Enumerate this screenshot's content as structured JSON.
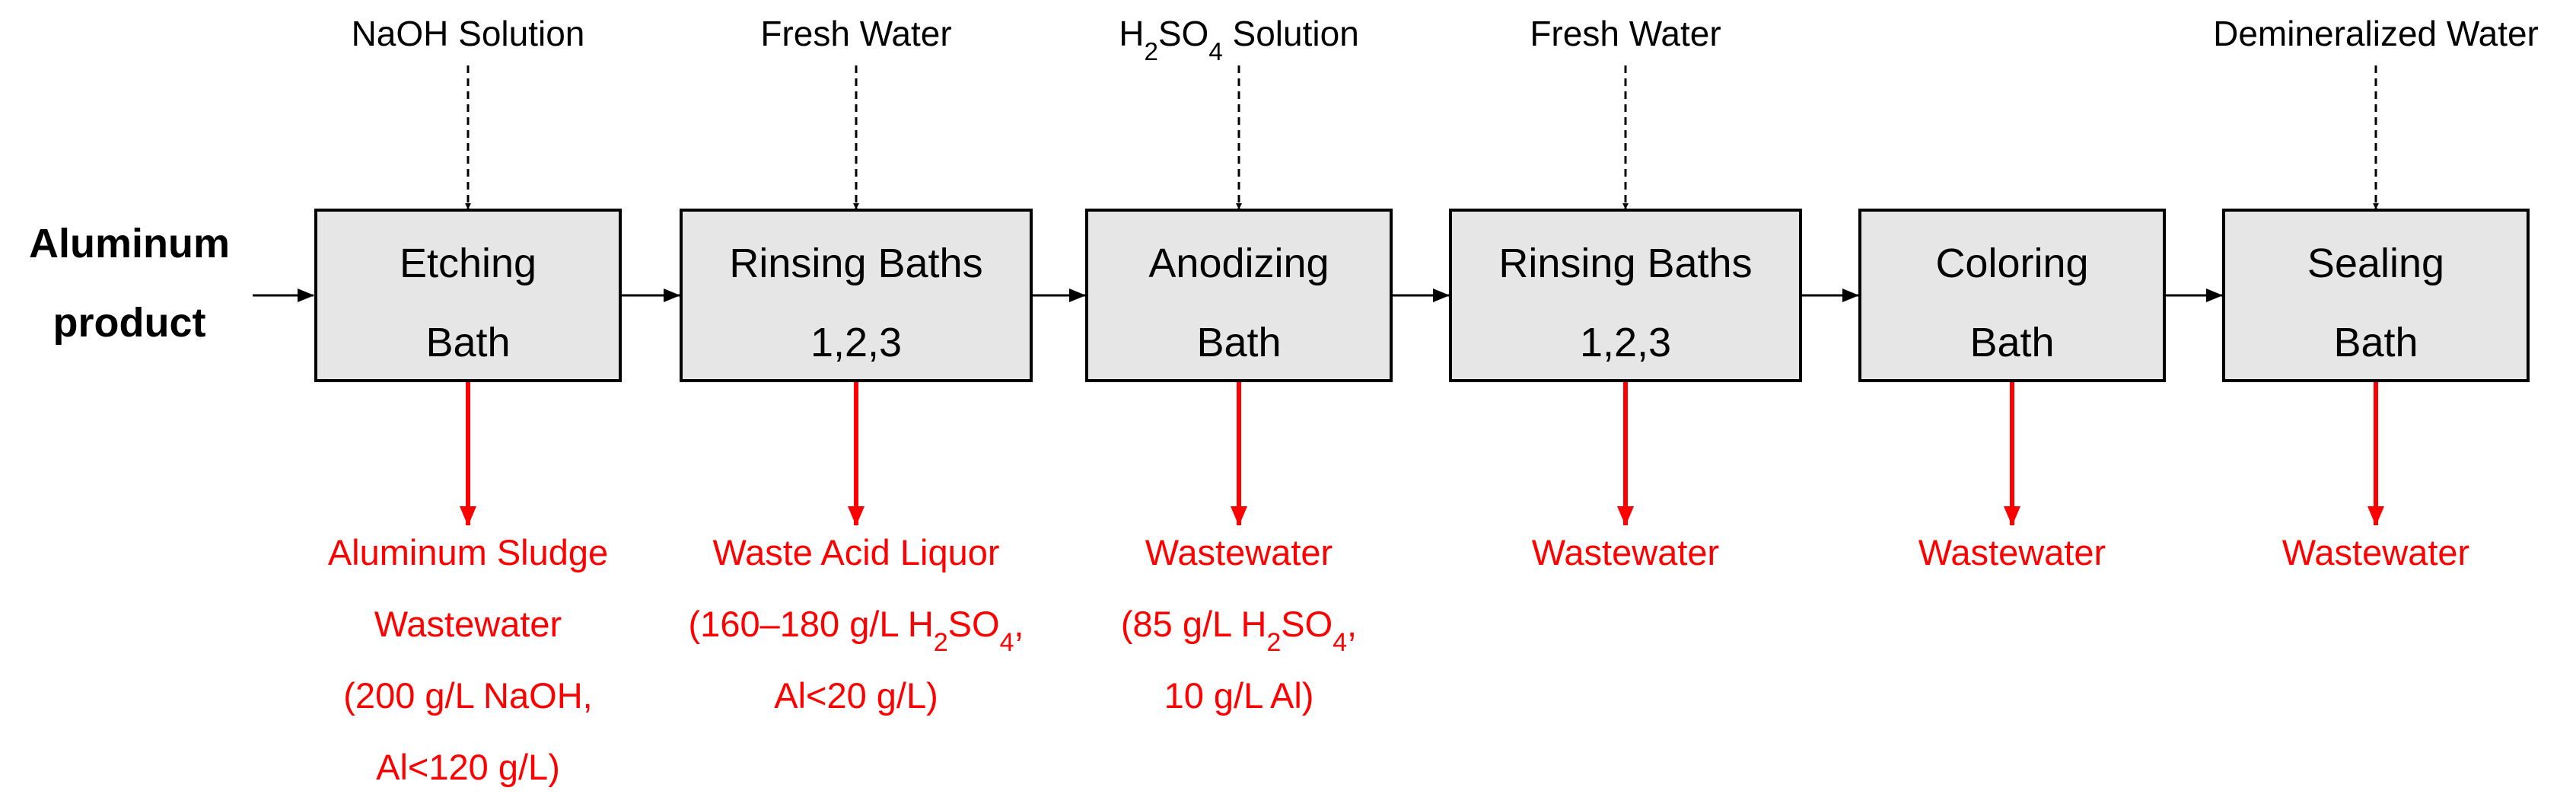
{
  "product": {
    "line1": "Aluminum",
    "line2": "product"
  },
  "stages": [
    {
      "name": "Etching",
      "sub": "Bath",
      "input": [
        {
          "t": "NaOH Solution"
        }
      ],
      "output": [
        [
          {
            "t": "Aluminum Sludge"
          }
        ],
        [
          {
            "t": "Wastewater"
          }
        ],
        [
          {
            "t": "(200 g/L NaOH,"
          }
        ],
        [
          {
            "t": "Al<120 g/L)"
          }
        ]
      ]
    },
    {
      "name": "Rinsing Baths",
      "sub": "1,2,3",
      "input": [
        {
          "t": "Fresh Water"
        }
      ],
      "output": [
        [
          {
            "t": "Waste Acid Liquor"
          }
        ],
        [
          {
            "t": "(160–180 g/L H"
          },
          {
            "t": "2",
            "sub": true
          },
          {
            "t": "SO"
          },
          {
            "t": "4",
            "sub": true
          },
          {
            "t": ","
          }
        ],
        [
          {
            "t": "Al<20 g/L)"
          }
        ]
      ]
    },
    {
      "name": "Anodizing",
      "sub": "Bath",
      "input": [
        {
          "t": "H"
        },
        {
          "t": "2",
          "sub": true
        },
        {
          "t": "SO"
        },
        {
          "t": "4",
          "sub": true
        },
        {
          "t": " Solution"
        }
      ],
      "output": [
        [
          {
            "t": "Wastewater"
          }
        ],
        [
          {
            "t": "(85 g/L H"
          },
          {
            "t": "2",
            "sub": true
          },
          {
            "t": "SO"
          },
          {
            "t": "4",
            "sub": true
          },
          {
            "t": ","
          }
        ],
        [
          {
            "t": "10 g/L Al)"
          }
        ]
      ]
    },
    {
      "name": "Rinsing Baths",
      "sub": "1,2,3",
      "input": [
        {
          "t": "Fresh Water"
        }
      ],
      "output": [
        [
          {
            "t": "Wastewater"
          }
        ]
      ]
    },
    {
      "name": "Coloring",
      "sub": "Bath",
      "input": [],
      "output": [
        [
          {
            "t": "Wastewater"
          }
        ]
      ]
    },
    {
      "name": "Sealing",
      "sub": "Bath",
      "input": [
        {
          "t": "Demineralized Water"
        }
      ],
      "output": [
        [
          {
            "t": "Wastewater"
          }
        ]
      ]
    }
  ]
}
